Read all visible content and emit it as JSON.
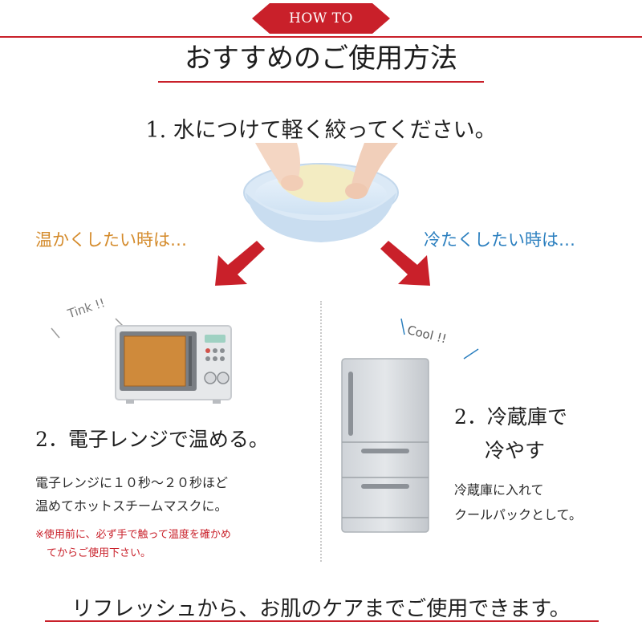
{
  "header": {
    "badge": "HOW TO",
    "title": "おすすめのご使用方法",
    "accent_color": "#c9202a"
  },
  "step1": {
    "text": "1. 水につけて軽く絞ってください。"
  },
  "branches": {
    "warm": {
      "label": "温かくしたい時は…",
      "color": "#d48a2a"
    },
    "cool": {
      "label": "冷たくしたい時は…",
      "color": "#2b7fbf"
    }
  },
  "warm_section": {
    "sound": "Tink !!",
    "heading": "2．電子レンジで温める。",
    "desc_line1": "電子レンジに１０秒～２０秒ほど",
    "desc_line2": "温めてホットスチームマスクに。",
    "note_line1": "※使用前に、必ず手で触って温度を確かめ",
    "note_line2": "てからご使用下さい。",
    "image_icon": "microwave-image"
  },
  "cool_section": {
    "sound": "Cool !!",
    "heading_line1": "2．冷蔵庫で",
    "heading_line2": "冷やす",
    "desc_line1": "冷蔵庫に入れて",
    "desc_line2": "クールパックとして。",
    "image_icon": "refrigerator-image"
  },
  "footer": {
    "text": "リフレッシュから、お肌のケアまでご使用できます。"
  }
}
